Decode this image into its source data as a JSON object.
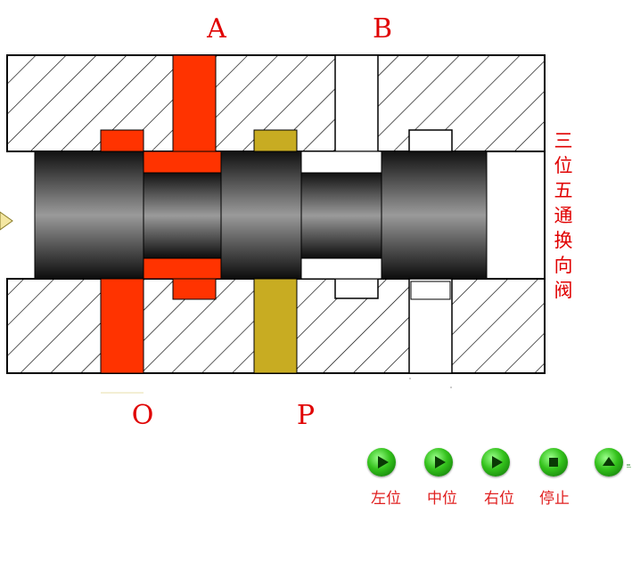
{
  "title_vertical": [
    "三",
    "位",
    "五",
    "通",
    "换",
    "向",
    "阀"
  ],
  "ports": {
    "a": "A",
    "b": "B",
    "o": "O",
    "p": "P"
  },
  "controls": [
    {
      "label": "左位",
      "icon": "play-icon"
    },
    {
      "label": "中位",
      "icon": "play-icon"
    },
    {
      "label": "右位",
      "icon": "play-icon"
    },
    {
      "label": "停止",
      "icon": "stop-icon"
    },
    {
      "label": "",
      "icon": "eject-icon"
    }
  ],
  "colors": {
    "pressure_red": "#ff3300",
    "supply_yellow": "#c8ac22",
    "outline": "#000000",
    "label_red": "#e00000",
    "button_green": "#34c21c"
  }
}
